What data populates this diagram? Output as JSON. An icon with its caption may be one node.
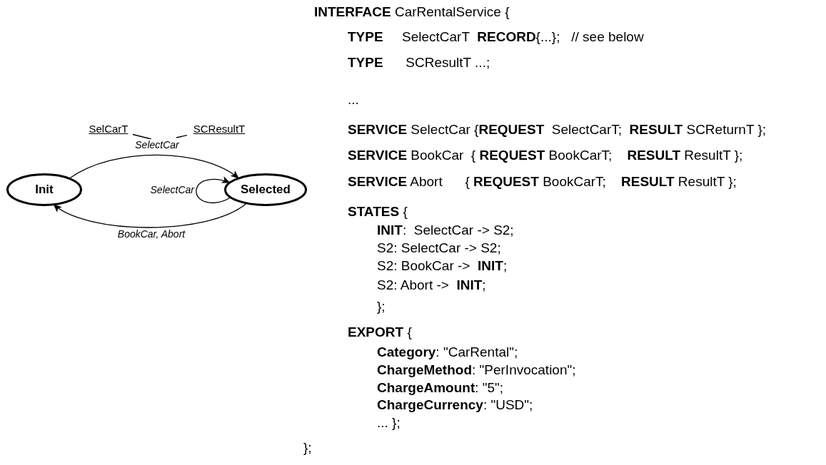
{
  "diagram": {
    "nodes": [
      {
        "text": [
          "Init"
        ]
      },
      {
        "text": [
          "Selected"
        ]
      },
      {
        "text": [
          "SelCarT"
        ]
      },
      {
        "text": [
          "SCResultT"
        ]
      }
    ],
    "edges": [
      {
        "from": 0,
        "to": 1,
        "arrow": "to",
        "label": "SelectCar"
      },
      {
        "from": 1,
        "to": 1,
        "arrow": "to",
        "label": "SelectCar"
      },
      {
        "from": 1,
        "to": 0,
        "arrow": "to",
        "label": "BookCar, Abort"
      },
      {
        "from": 2,
        "to": null,
        "arrow": "none"
      },
      {
        "from": 3,
        "to": null,
        "arrow": "none"
      }
    ],
    "labels": [
      "**INTERFACE** CarRentalService {",
      "**TYPE**     SelectCarT  **RECORD**{...};   // see below",
      "**TYPE**      SCResultT ...;",
      "...",
      "**SERVICE** SelectCar {**REQUEST**  SelectCarT;  **RESULT** SCReturnT };",
      "**SERVICE** BookCar  { **REQUEST** BookCarT;    **RESULT** ResultT };",
      "**SERVICE** Abort      { **REQUEST** BookCarT;    **RESULT** ResultT };",
      "**STATES** {",
      "**INIT**:  SelectCar -> S2;",
      "S2: SelectCar -> S2;",
      "S2: BookCar ->  **INIT**;",
      "S2: Abort ->  **INIT**;",
      "};",
      "**EXPORT** {",
      "**Category**: \"CarRental\";",
      "**ChargeMethod**: \"PerInvocation\";",
      "**ChargeAmount**: \"5\";",
      "**ChargeCurrency**: \"USD\";",
      "... };",
      "};"
    ]
  }
}
